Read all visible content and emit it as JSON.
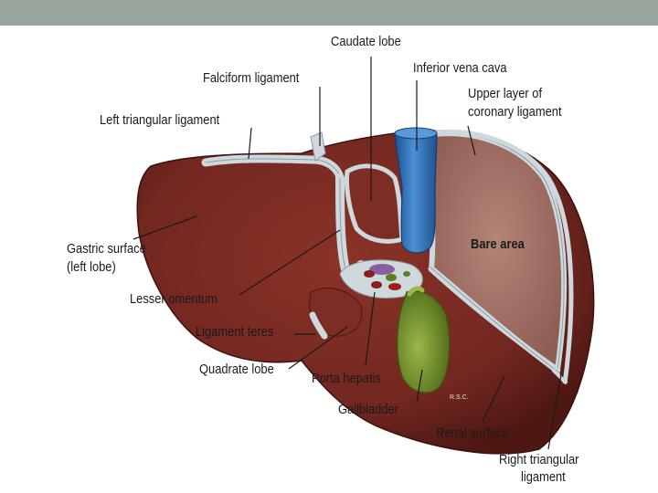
{
  "labels": {
    "caudate_lobe": "Caudate lobe",
    "falciform_ligament": "Falciform ligament",
    "inferior_vena_cava": "Inferior vena cava",
    "upper_coronary_1": "Upper layer of",
    "upper_coronary_2": "coronary ligament",
    "left_triangular": "Left triangular ligament",
    "gastric_1": "Gastric surface",
    "gastric_2": "(left lobe)",
    "bare_area": "Bare area",
    "lesser_omentum": "Lesser omentum",
    "ligament_teres": "Ligament teres",
    "quadrate_lobe": "Quadrate lobe",
    "porta_hepatis": "Porta hepatis",
    "gallbladder": "Gallbladder",
    "renal_surface": "Renal surface",
    "right_triangular_1": "Right triangular",
    "right_triangular_2": "ligament",
    "artist_initials": "R.S.C."
  },
  "colors": {
    "header_bar": "#97a59d",
    "liver": "#7a2b22",
    "liver_dark": "#4e1712",
    "bare_area": "#a5756a",
    "peritoneum": "#cfd8dc",
    "vena_cava": "#2e6fb4",
    "gallbladder": "#7a9a2e"
  }
}
